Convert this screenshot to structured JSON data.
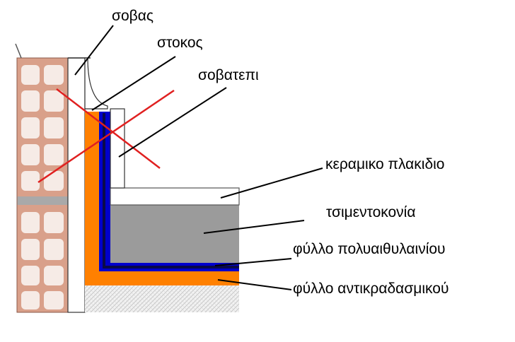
{
  "labels": {
    "plaster": "σοβας",
    "putty": "στοκος",
    "skirting": "σοβατεπι",
    "ceramic_tile": "κεραμικο πλακιδιο",
    "cement_mortar": "τσιμεντοκονία",
    "polyethylene_sheet": "φύλλο πολυαιθυλαινίου",
    "anti_vibration_sheet": "φύλλο αντικραδασμικού"
  },
  "colors": {
    "brick": "#d9a08a",
    "brick_cell": "#f6ebe6",
    "mortar_band": "#a9a9a9",
    "orange_layer": "#ff8000",
    "blue_layer": "#0000cc",
    "navy_core": "#0a0a4a",
    "cement": "#9b9b9b",
    "slab_hatch": "#d6d6d6",
    "cross_mark": "#e02020"
  }
}
